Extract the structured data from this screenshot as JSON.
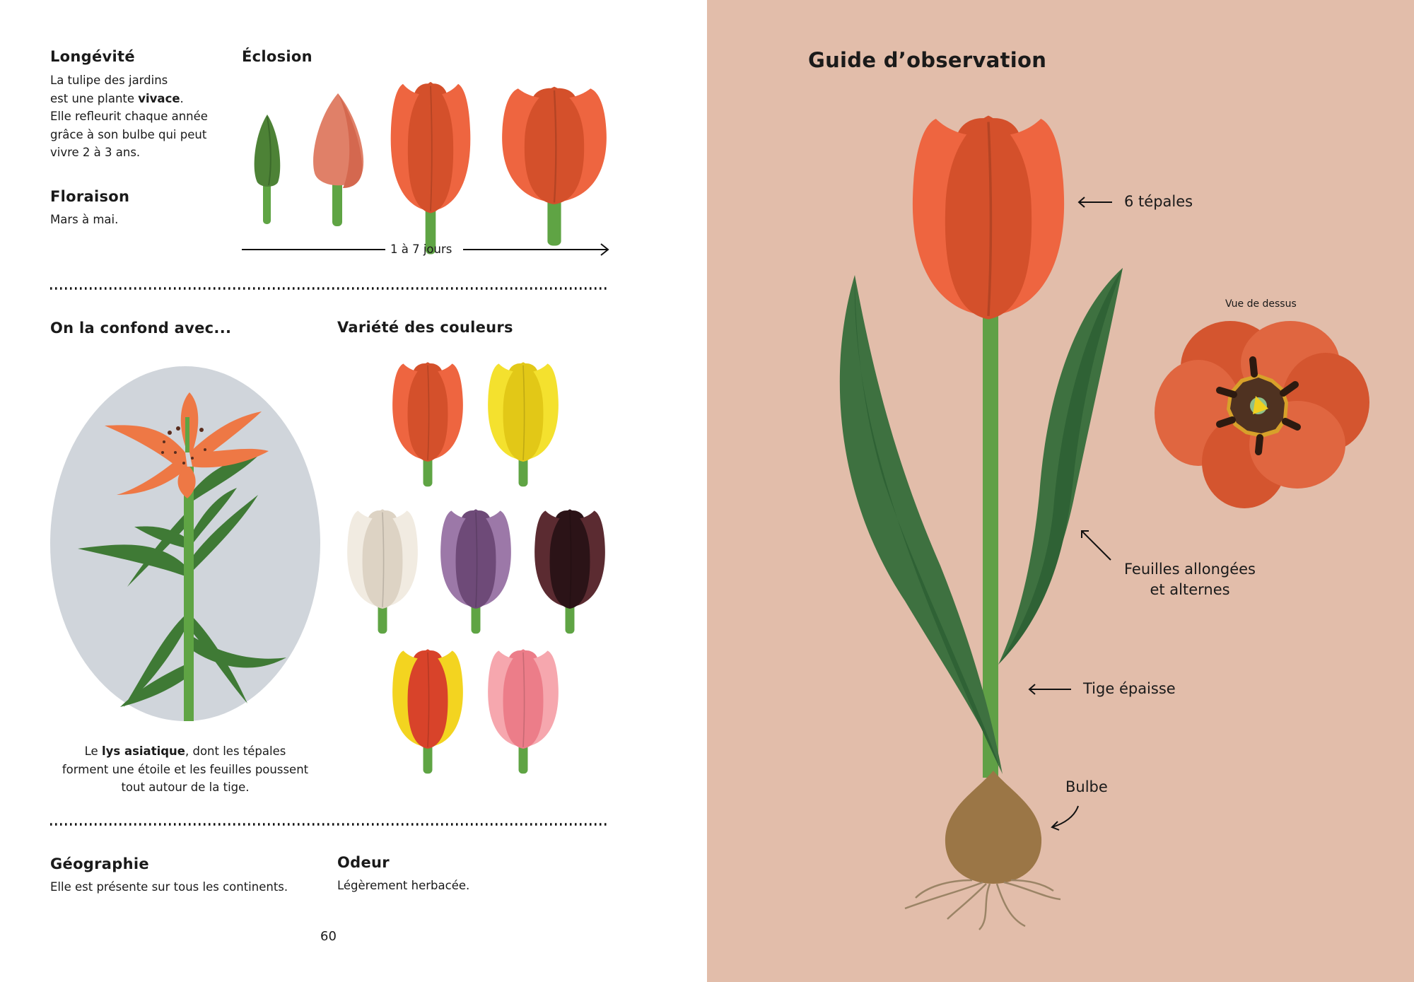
{
  "left": {
    "longevite": {
      "title": "Longévité",
      "lines": [
        "La tulipe des jardins",
        "est une plante ",
        "vivace",
        ".",
        "Elle refleurit chaque année",
        "grâce à son bulbe qui peut",
        "vivre 2 à 3 ans."
      ]
    },
    "floraison": {
      "title": "Floraison",
      "text": "Mars à mai."
    },
    "eclosion": {
      "title": "Éclosion",
      "duration": "1 à 7 jours"
    },
    "confusion": {
      "title": "On la confond avec...",
      "caption_pre": "Le ",
      "caption_bold": "lys asiatique",
      ", ": "",
      "caption_post": ", dont les tépales",
      "caption_line2": "forment une étoile et les feuilles poussent",
      "caption_line3": "tout autour de la tige."
    },
    "varietes": {
      "title": "Variété des couleurs",
      "colors": [
        {
          "name": "orange",
          "outer": "#ee6540",
          "center": "#d4502b"
        },
        {
          "name": "yellow",
          "outer": "#f4e12e",
          "center": "#e2c817"
        },
        {
          "name": "white",
          "outer": "#f1ebe1",
          "center": "#ddd3c4"
        },
        {
          "name": "purple",
          "outer": "#9c78a8",
          "center": "#6e4a78"
        },
        {
          "name": "black",
          "outer": "#5b2b31",
          "center": "#2b1317"
        },
        {
          "name": "yellow-red",
          "outer": "#f3d420",
          "center": "#d8432a"
        },
        {
          "name": "pink",
          "outer": "#f6a7ae",
          "center": "#ec7d89"
        }
      ]
    },
    "geographie": {
      "title": "Géographie",
      "text": "Elle est présente sur tous les continents."
    },
    "odeur": {
      "title": "Odeur",
      "text": "Légèrement herbacée."
    },
    "page_number": "60"
  },
  "right": {
    "title": "Guide d’observation",
    "labels": {
      "tepales": "6 tépales",
      "vue": "Vue de dessus",
      "feuilles_1": "Feuilles allongées",
      "feuilles_2": "et alternes",
      "tige": "Tige épaisse",
      "bulbe": "Bulbe"
    },
    "background": "#e2bdaa"
  }
}
